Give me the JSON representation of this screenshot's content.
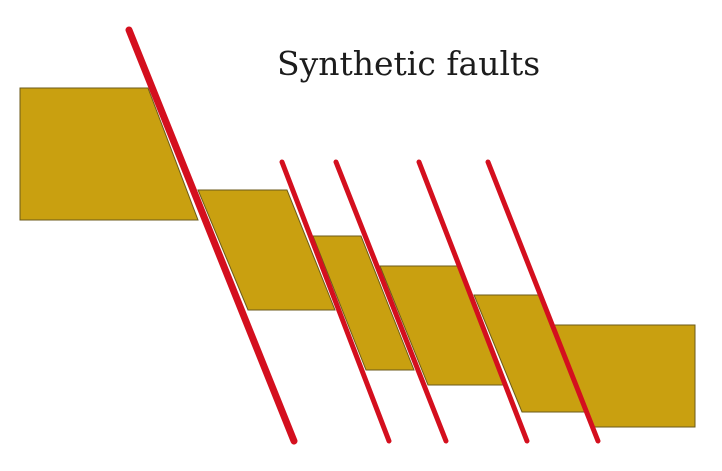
{
  "diagram": {
    "title": "Synthetic faults",
    "colors": {
      "layer_fill": "#C9A010",
      "layer_stroke": "#6b5a1a",
      "fault_line": "#D40F1E",
      "background": "#FFFFFF",
      "text": "#1C1C1C"
    },
    "fault_count": 5,
    "layer_block_count": 6
  }
}
